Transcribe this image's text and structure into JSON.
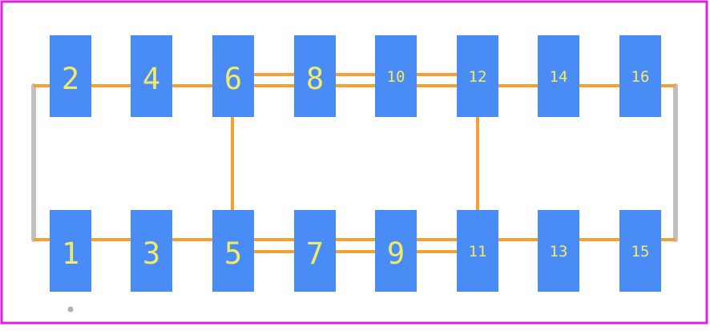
{
  "colors": {
    "background": "#ffffff",
    "board_outline": "#e020e0",
    "pad": "#4a8cf5",
    "pad_label": "#f2ea6a",
    "trace": "#f5a030",
    "edge_bar": "#c0c0c0",
    "marker_dot": "#b0b0b0"
  },
  "pads_top": [
    {
      "label": "2"
    },
    {
      "label": "4"
    },
    {
      "label": "6"
    },
    {
      "label": "8"
    },
    {
      "label": "10"
    },
    {
      "label": "12"
    },
    {
      "label": "14"
    },
    {
      "label": "16"
    }
  ],
  "pads_bottom": [
    {
      "label": "1"
    },
    {
      "label": "3"
    },
    {
      "label": "5"
    },
    {
      "label": "7"
    },
    {
      "label": "9"
    },
    {
      "label": "11"
    },
    {
      "label": "13"
    },
    {
      "label": "15"
    }
  ]
}
